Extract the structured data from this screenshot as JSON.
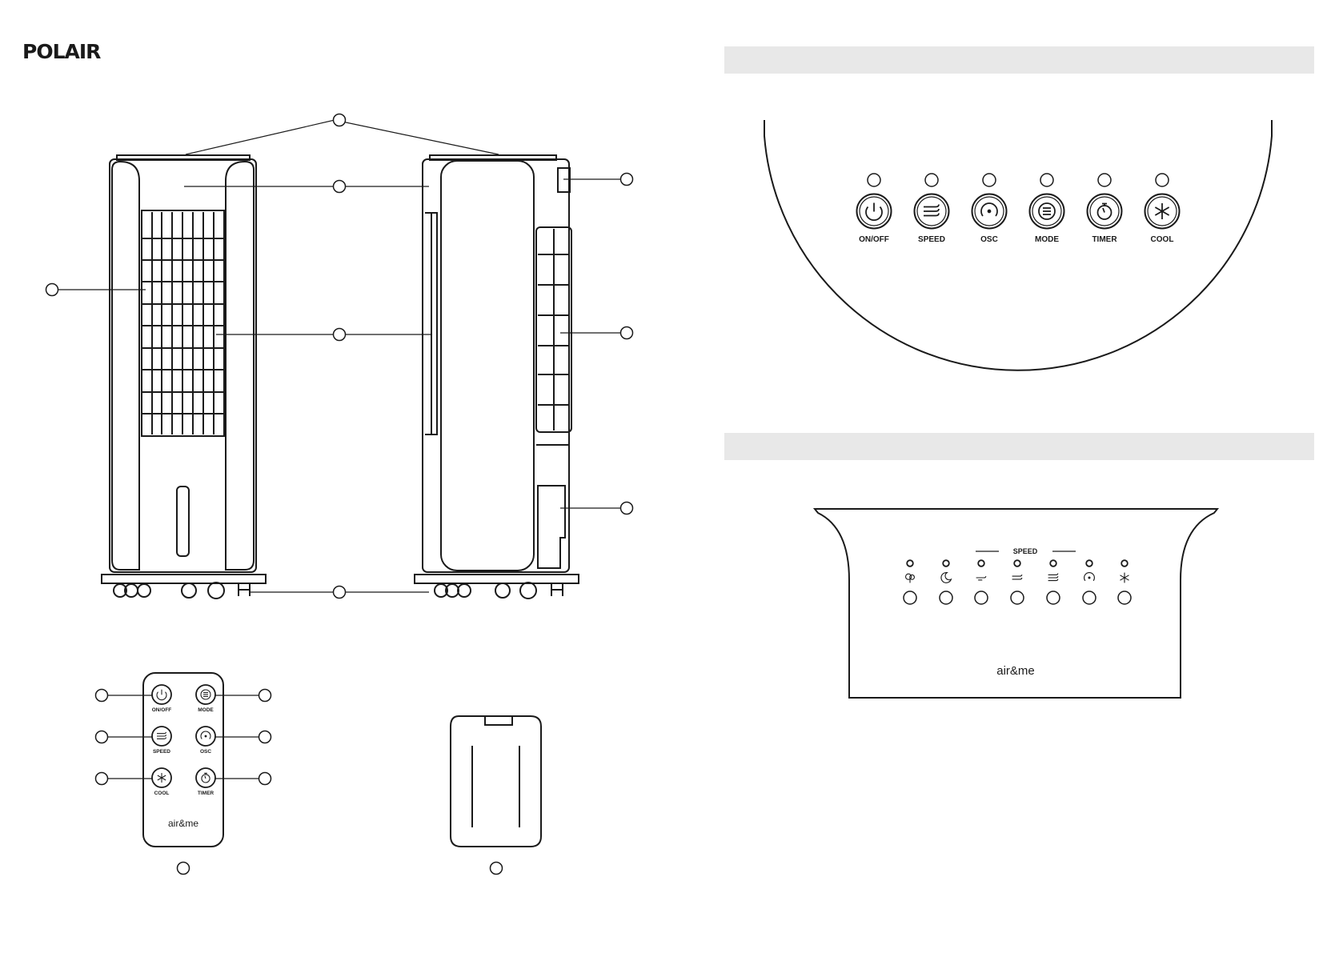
{
  "brand": {
    "logo": "POLAIR"
  },
  "control_panel": {
    "buttons": [
      {
        "label": "ON/OFF",
        "icon": "power-icon"
      },
      {
        "label": "SPEED",
        "icon": "wind-icon"
      },
      {
        "label": "OSC",
        "icon": "oscillation-icon"
      },
      {
        "label": "MODE",
        "icon": "mode-icon"
      },
      {
        "label": "TIMER",
        "icon": "timer-icon"
      },
      {
        "label": "COOL",
        "icon": "snowflake-icon"
      }
    ]
  },
  "display_panel": {
    "speed_label": "SPEED",
    "indicators": [
      "natural-mode-icon",
      "sleep-mode-icon",
      "speed-low-icon",
      "speed-mid-icon",
      "speed-high-icon",
      "oscillation-icon",
      "cool-icon"
    ],
    "logo": "air&me"
  },
  "remote": {
    "buttons": [
      {
        "label": "ON/OFF",
        "icon": "power-icon"
      },
      {
        "label": "MODE",
        "icon": "mode-icon"
      },
      {
        "label": "SPEED",
        "icon": "wind-icon"
      },
      {
        "label": "OSC",
        "icon": "oscillation-icon"
      },
      {
        "label": "COOL",
        "icon": "snowflake-icon"
      },
      {
        "label": "TIMER",
        "icon": "timer-icon"
      }
    ],
    "logo": "air&me"
  },
  "colors": {
    "line": "#1a1a1a",
    "header_bar": "#e8e8e8",
    "background": "#ffffff"
  }
}
